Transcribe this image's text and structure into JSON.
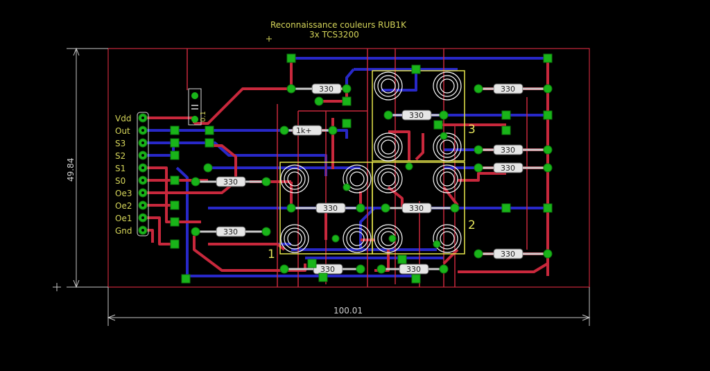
{
  "title": {
    "line1": "Reconnaissance couleurs RUB1K",
    "line2": "3x TCS3200"
  },
  "connector_pins": [
    "Vdd",
    "Out",
    "S3",
    "S2",
    "S1",
    "S0",
    "Oe3",
    "Oe2",
    "Oe1",
    "Gnd"
  ],
  "dimensions": {
    "height": "49.84",
    "width": "100.01"
  },
  "resistors": {
    "r_1k": "1k+",
    "r_a": "330",
    "r_b": "330",
    "r_c": "330",
    "r_d": "330",
    "r_e": "330",
    "r_f": "330",
    "r_g": "330",
    "r_h": "330",
    "r_i": "330",
    "r_j": "330",
    "r_k": "330",
    "r_l": "330"
  },
  "capacitor": "0.1",
  "sensor_numbers": [
    "1",
    "2",
    "3"
  ],
  "colors": {
    "background": "#000000",
    "board_outline": "#c8283c",
    "top_copper": "#c8283c",
    "bottom_copper": "#2828c8",
    "pad": "#19b419",
    "silkscreen": "#d6d65a",
    "sensor_outline": "#e6e64b",
    "dimension": "#c8c8c8"
  }
}
